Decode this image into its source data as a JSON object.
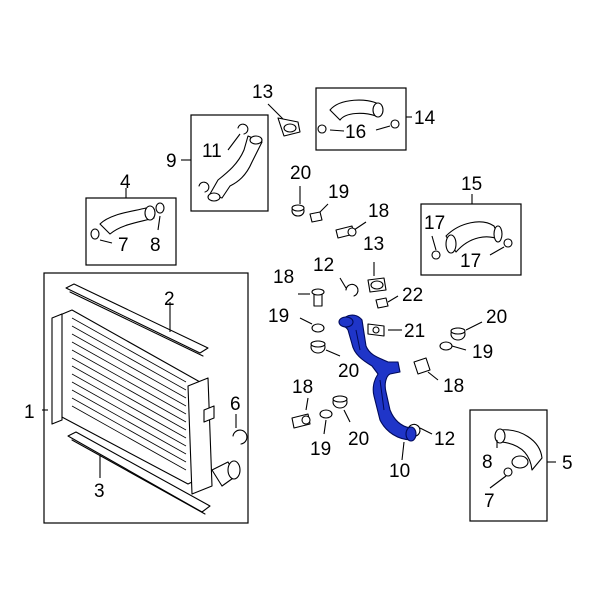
{
  "callouts": [
    {
      "id": "c1",
      "text": "1"
    },
    {
      "id": "c2",
      "text": "2"
    },
    {
      "id": "c3",
      "text": "3"
    },
    {
      "id": "c4",
      "text": "4"
    },
    {
      "id": "c5",
      "text": "5"
    },
    {
      "id": "c6",
      "text": "6"
    },
    {
      "id": "c7a",
      "text": "7"
    },
    {
      "id": "c7b",
      "text": "7"
    },
    {
      "id": "c8a",
      "text": "8"
    },
    {
      "id": "c8b",
      "text": "8"
    },
    {
      "id": "c9",
      "text": "9"
    },
    {
      "id": "c10",
      "text": "10"
    },
    {
      "id": "c11",
      "text": "11"
    },
    {
      "id": "c12a",
      "text": "12"
    },
    {
      "id": "c12b",
      "text": "12"
    },
    {
      "id": "c13a",
      "text": "13"
    },
    {
      "id": "c13b",
      "text": "13"
    },
    {
      "id": "c14",
      "text": "14"
    },
    {
      "id": "c15",
      "text": "15"
    },
    {
      "id": "c16",
      "text": "16"
    },
    {
      "id": "c17a",
      "text": "17"
    },
    {
      "id": "c17b",
      "text": "17"
    },
    {
      "id": "c18a",
      "text": "18"
    },
    {
      "id": "c18b",
      "text": "18"
    },
    {
      "id": "c18c",
      "text": "18"
    },
    {
      "id": "c18d",
      "text": "18"
    },
    {
      "id": "c19a",
      "text": "19"
    },
    {
      "id": "c19b",
      "text": "19"
    },
    {
      "id": "c19c",
      "text": "19"
    },
    {
      "id": "c19d",
      "text": "19"
    },
    {
      "id": "c20a",
      "text": "20"
    },
    {
      "id": "c20b",
      "text": "20"
    },
    {
      "id": "c20c",
      "text": "20"
    },
    {
      "id": "c20d",
      "text": "20"
    },
    {
      "id": "c21",
      "text": "21"
    },
    {
      "id": "c22",
      "text": "22"
    }
  ],
  "colors": {
    "highlight_part": "#1f35c8",
    "lines": "#000000",
    "background": "#ffffff"
  }
}
